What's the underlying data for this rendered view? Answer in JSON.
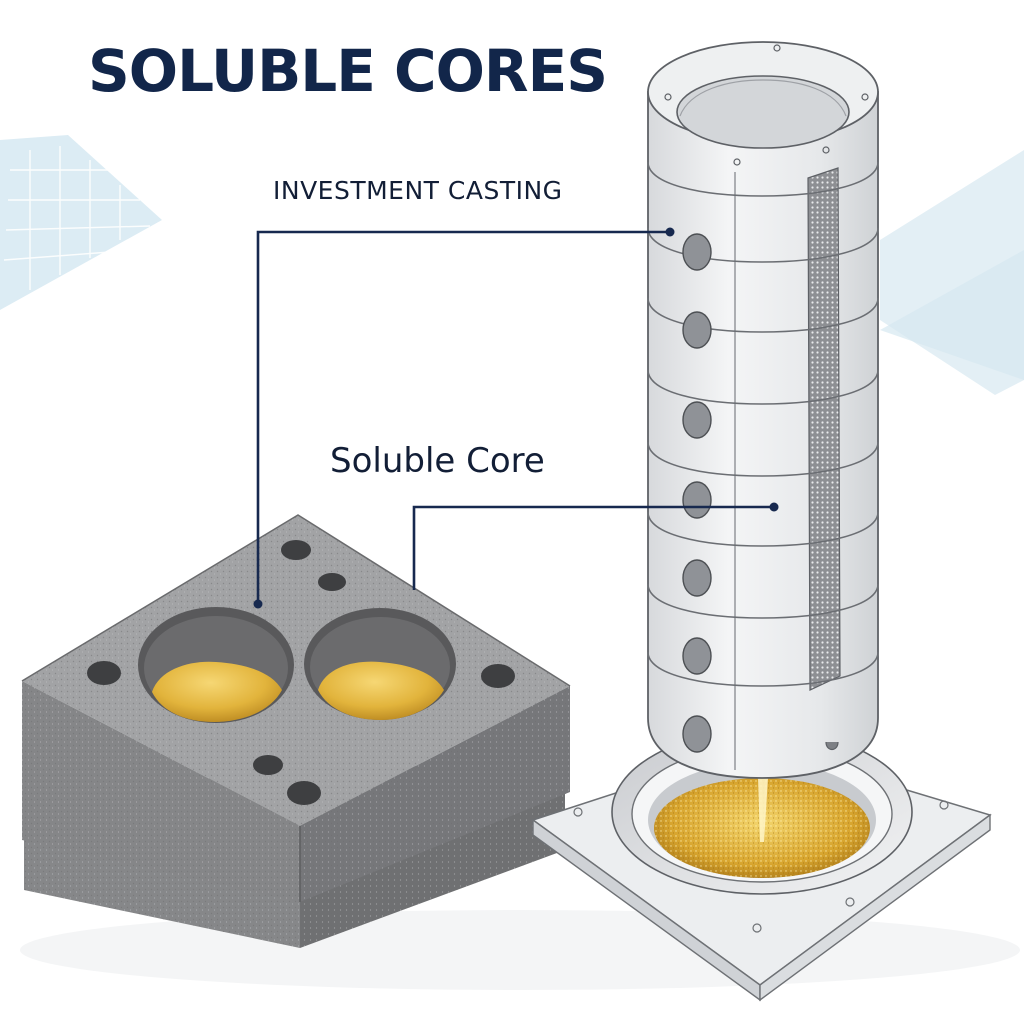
{
  "title": "SOLUBLE CORES",
  "labels": {
    "investment_casting": "INVESTMENT CASTING",
    "soluble_core": "Soluble Core"
  },
  "colors": {
    "title": "#12264a",
    "label_text": "#121e36",
    "leader_line": "#17294f",
    "tower": "#e9eaec",
    "tower_stroke": "#5e6166",
    "block_top": "#9a9b9d",
    "block_side": "#7d7e80",
    "gold": "#e2b43c",
    "pale_blue": "#dcecf4"
  },
  "icons": [
    "mesh-panel-icon",
    "wax-pattern-icon",
    "gold-powder-icon"
  ]
}
